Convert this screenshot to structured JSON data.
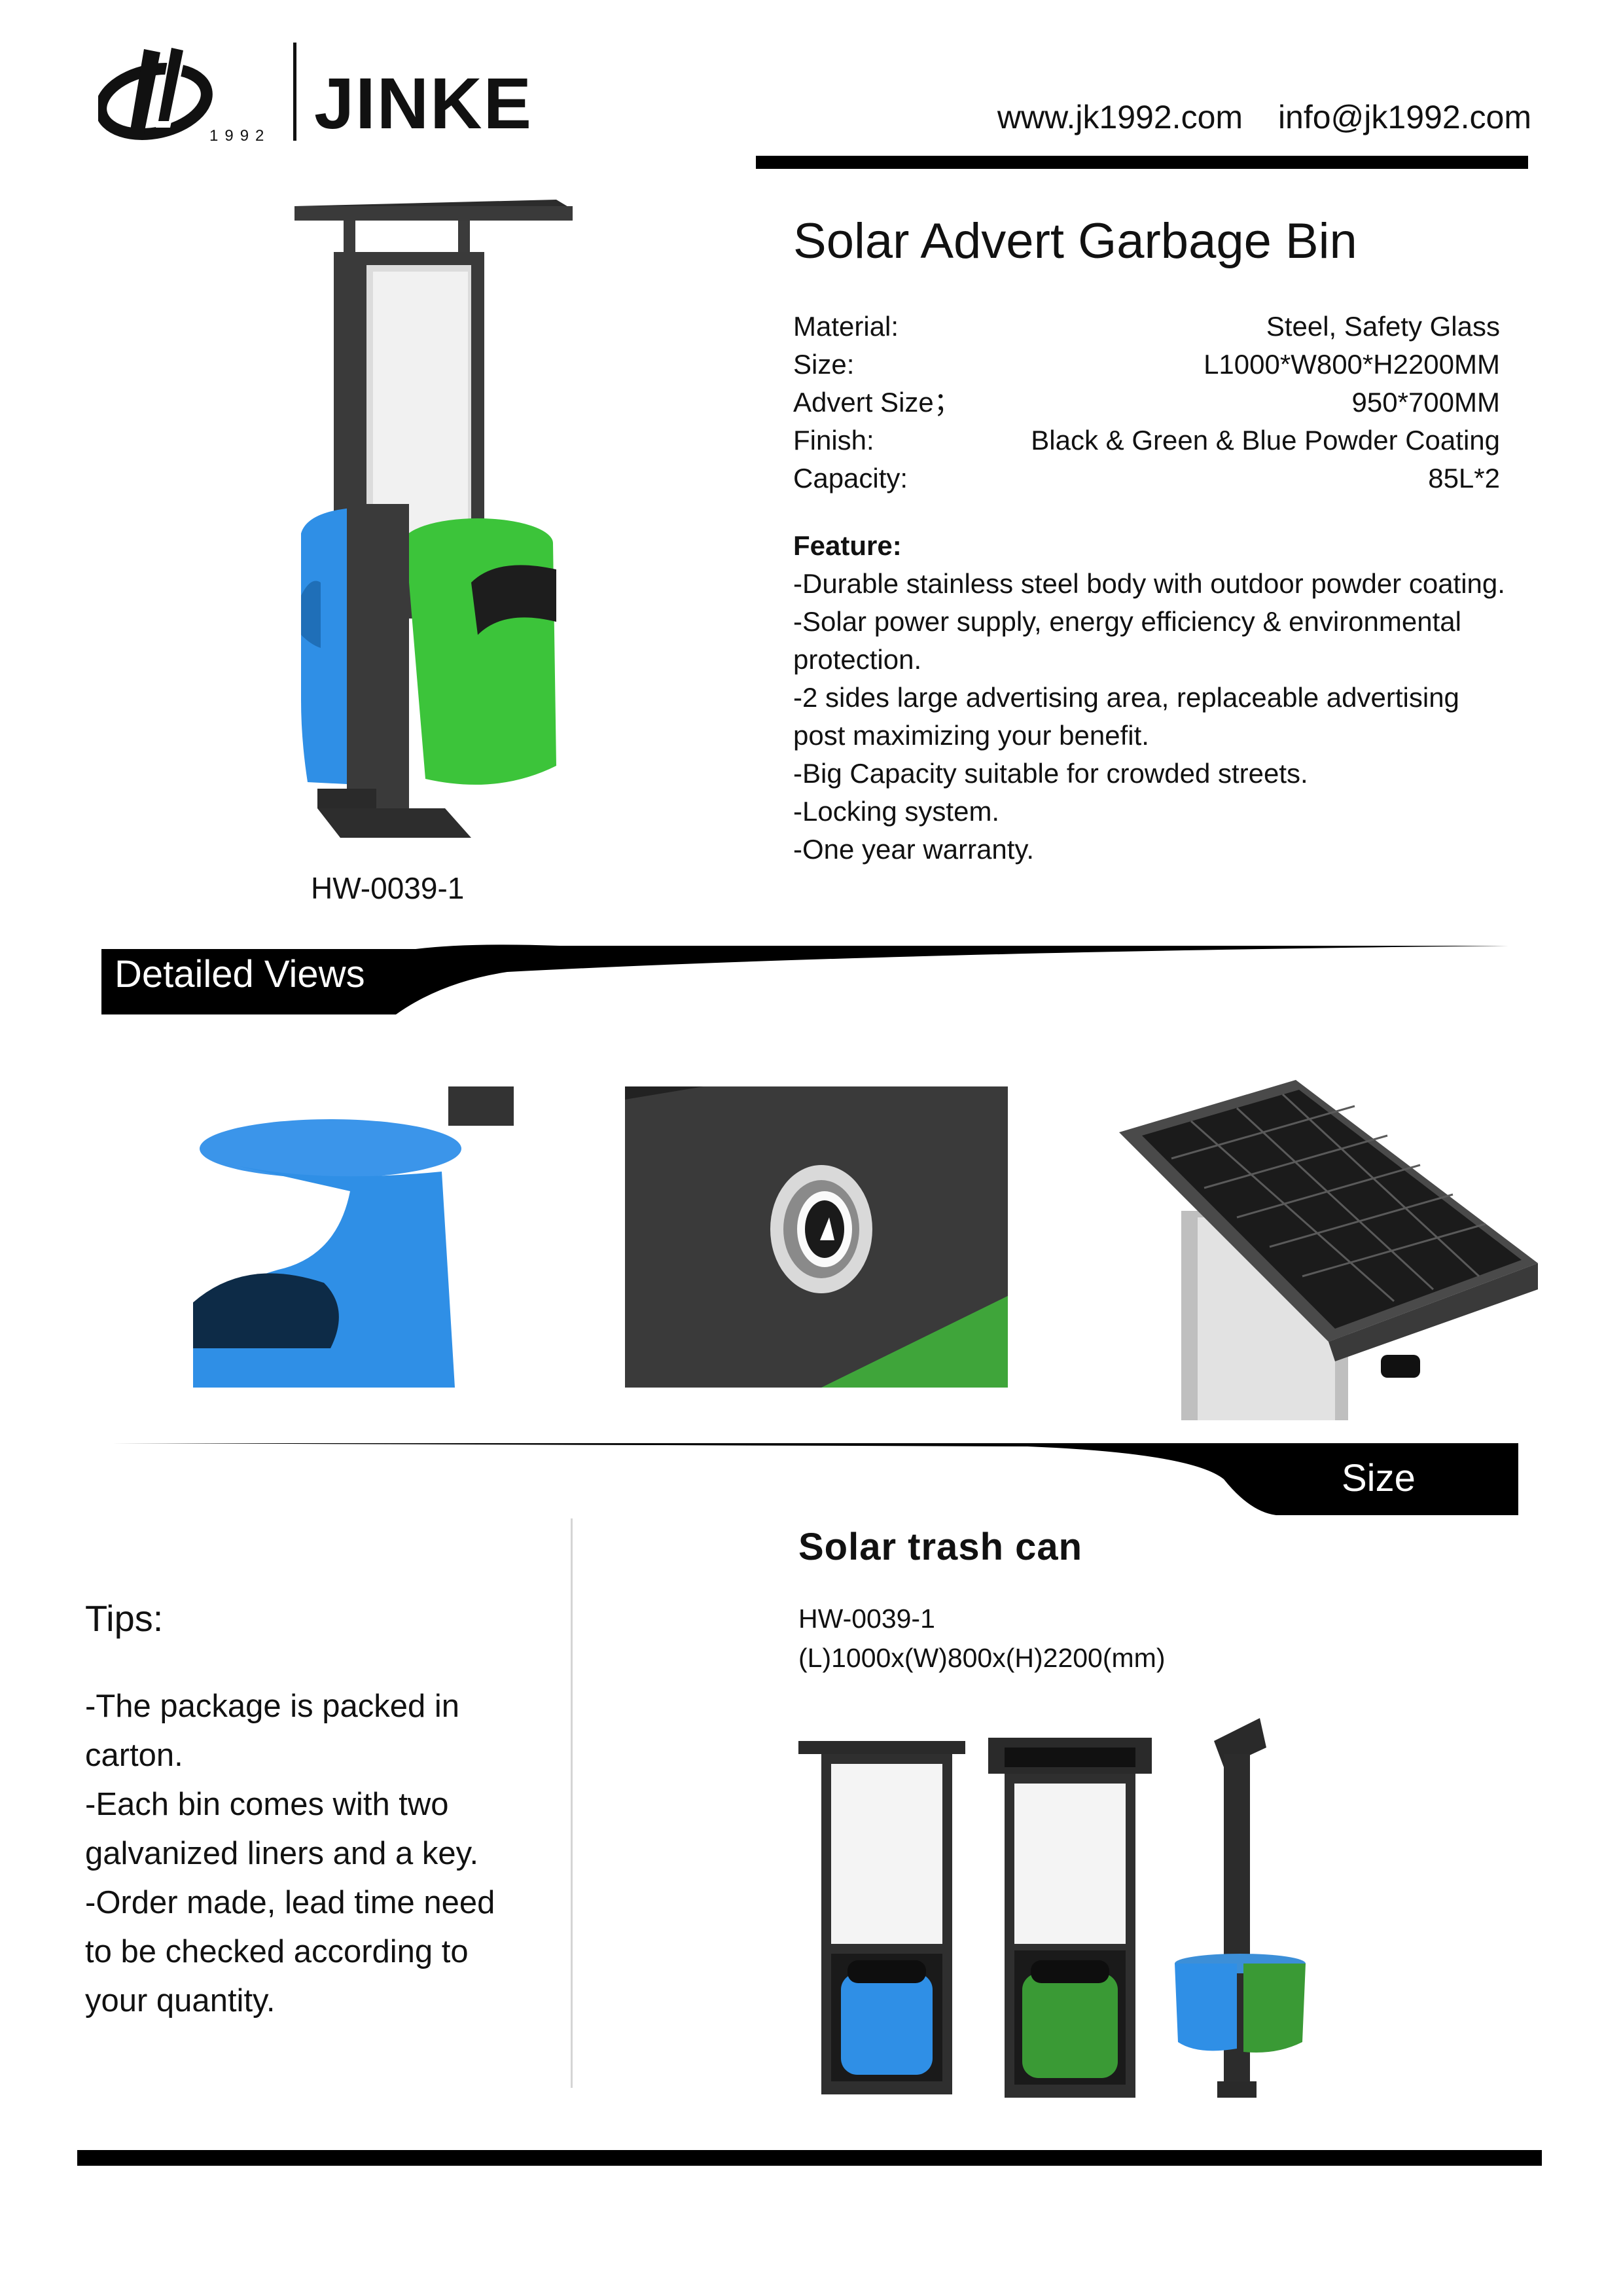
{
  "header": {
    "logo_year": "1992",
    "brand": "JINKE",
    "website": "www.jk1992.com",
    "email": "info@jk1992.com"
  },
  "product": {
    "title": "Solar Advert Garbage Bin",
    "model": "HW-0039-1",
    "specs": [
      {
        "label": "Material:",
        "value": "Steel, Safety Glass"
      },
      {
        "label": "Size:",
        "value": "L1000*W800*H2200MM"
      },
      {
        "label": "Advert Size；",
        "value": "950*700MM"
      },
      {
        "label": "Finish:",
        "value": "Black & Green & Blue Powder Coating"
      },
      {
        "label": "Capacity:",
        "value": "85L*2"
      }
    ],
    "feature_heading": "Feature:",
    "features": [
      "-Durable stainless steel body with outdoor powder coating.",
      "-Solar power supply, energy efficiency & environmental",
      "protection.",
      "-2 sides large advertising area, replaceable advertising",
      "post maximizing your benefit.",
      "-Big Capacity suitable for crowded streets.",
      "-Locking system.",
      "-One year warranty."
    ]
  },
  "sections": {
    "detailed_views": "Detailed Views",
    "size": "Size"
  },
  "tips": {
    "heading": "Tips:",
    "lines": [
      "-The package is packed in",
      "carton.",
      "-Each bin comes with two",
      "galvanized liners and a key.",
      "-Order made, lead time need",
      "to be checked according to",
      "your quantity."
    ]
  },
  "size_info": {
    "title": "Solar trash can",
    "model": "HW-0039-1",
    "dimensions": "(L)1000x(W)800x(H)2200(mm)"
  },
  "colors": {
    "black": "#000000",
    "frame": "#3a3a3a",
    "blue": "#2f8fe6",
    "green": "#3cc43a",
    "dark_green": "#3a9a35"
  }
}
